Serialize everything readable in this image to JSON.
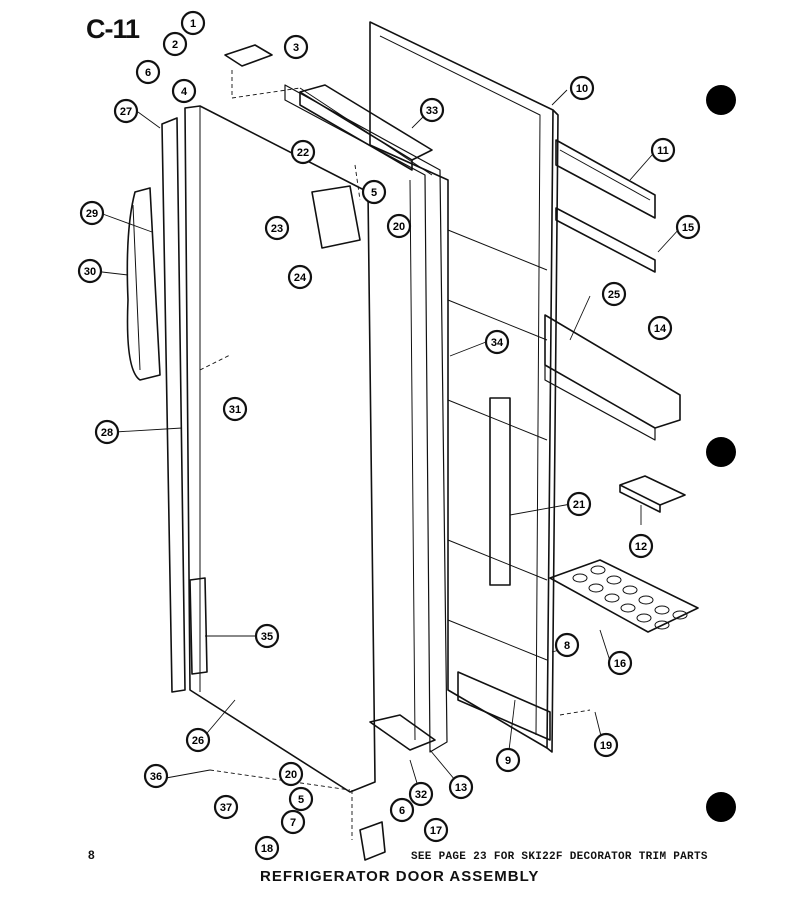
{
  "diagram": {
    "code": "C-11",
    "page_number": "8",
    "note": "SEE PAGE 23 FOR SKI22F DECORATOR TRIM PARTS",
    "title": "REFRIGERATOR  DOOR ASSEMBLY",
    "part_numbers": [
      "1",
      "2",
      "3",
      "6",
      "4",
      "27",
      "10",
      "33",
      "22",
      "5",
      "20",
      "23",
      "11",
      "29",
      "24",
      "15",
      "30",
      "14",
      "25",
      "34",
      "31",
      "28",
      "21",
      "12",
      "35",
      "8",
      "16",
      "26",
      "19",
      "9",
      "36",
      "20",
      "5",
      "32",
      "13",
      "6",
      "37",
      "7",
      "17",
      "18"
    ]
  }
}
